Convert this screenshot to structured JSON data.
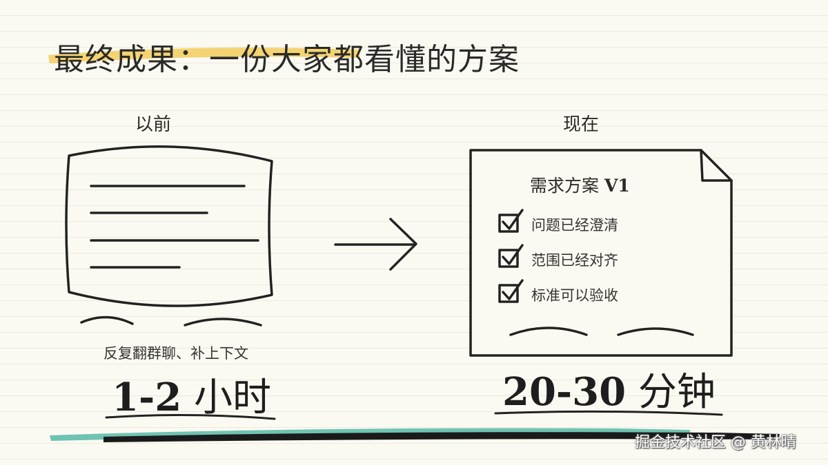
{
  "title": "最终成果：一份大家都看懂的方案",
  "before": {
    "label": "以前",
    "caption": "反复翻群聊、补上下文",
    "time_number": "1-2",
    "time_unit": " 小时"
  },
  "after": {
    "label": "现在",
    "doc_title": "需求方案 ",
    "doc_version": "V1",
    "checklist": [
      {
        "text": "问题已经澄清",
        "checked": true
      },
      {
        "text": "范围已经对齐",
        "checked": true
      },
      {
        "text": "标准可以验收",
        "checked": true
      }
    ],
    "time_number": "20-30",
    "time_unit": " 分钟"
  },
  "watermark": "掘金技术社区 @ 黄林晴",
  "colors": {
    "ink": "#222222",
    "highlight": "#f2cd5c",
    "teal_brush": "#6fc3b2",
    "paper": "#fbfaf2"
  }
}
